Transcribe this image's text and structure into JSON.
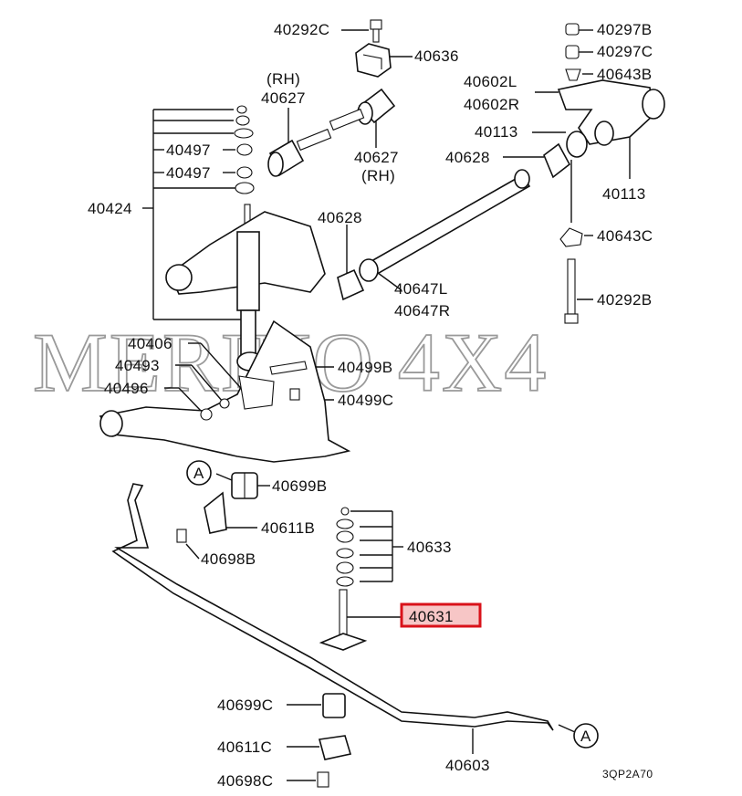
{
  "watermark": "MERINO 4X4",
  "diagram_code": "3QP2A70",
  "highlighted_part": "40631",
  "labels": {
    "p40292C": "40292C",
    "p40636": "40636",
    "rh1": "(RH)",
    "p40627a": "40627",
    "p40627b": "40627",
    "rh2": "(RH)",
    "p40497a": "40497",
    "p40497b": "40497",
    "p40424": "40424",
    "p40297B": "40297B",
    "p40297C": "40297C",
    "p40643B": "40643B",
    "p40602L": "40602L",
    "p40602R": "40602R",
    "p40113a": "40113",
    "p40628a": "40628",
    "p40113b": "40113",
    "p40628b": "40628",
    "p40643C": "40643C",
    "p40647L": "40647L",
    "p40647R": "40647R",
    "p40292B": "40292B",
    "p40406": "40406",
    "p40493": "40493",
    "p40496": "40496",
    "p40499B": "40499B",
    "p40499C": "40499C",
    "markerA1": "A",
    "p40699B": "40699B",
    "p40611B": "40611B",
    "p40698B": "40698B",
    "p40633": "40633",
    "p40631": "40631",
    "p40699C": "40699C",
    "p40611C": "40611C",
    "p40698C": "40698C",
    "p40603": "40603",
    "markerA2": "A"
  }
}
